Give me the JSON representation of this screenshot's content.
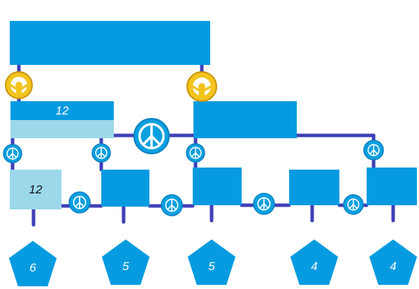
{
  "colors": {
    "block": "#069be0",
    "block_light": "#9bd8ea",
    "pipe": "#4040b8",
    "valve_blue": "#0aa0e0",
    "valve_gold": "#f2c41c",
    "pentagon": "#069be0"
  },
  "blocks": {
    "mid_left_top_label": "12",
    "low_left_label": "12"
  },
  "pentagons": [
    "6",
    "5",
    "5",
    "4",
    "4"
  ],
  "icons": {
    "valve": "peace-sign-icon",
    "goal": "pentagon-icon"
  }
}
